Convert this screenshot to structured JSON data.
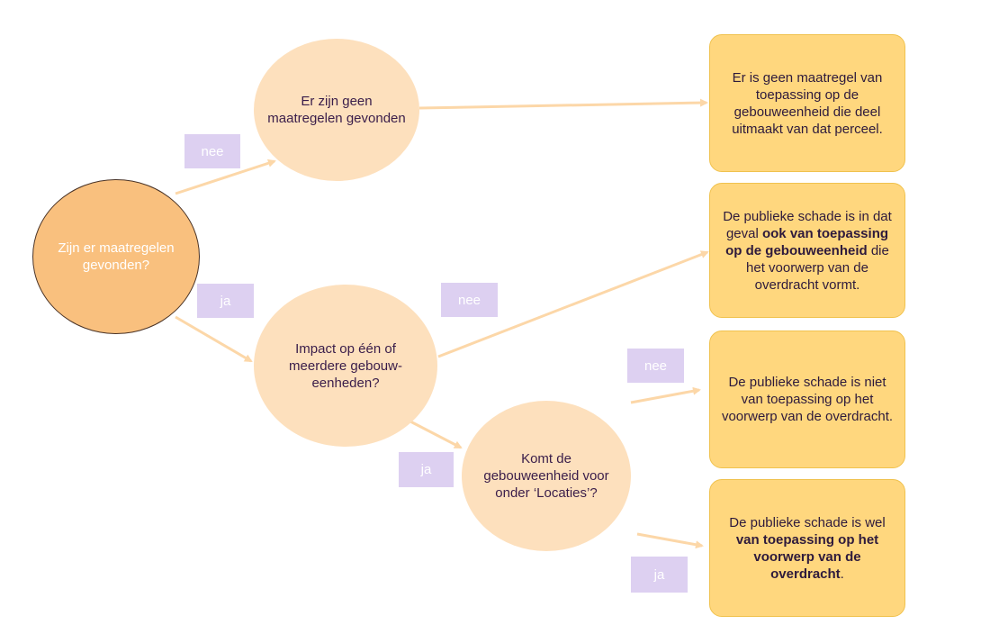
{
  "nodes": {
    "start": {
      "text": "Zijn er maatregelen gevonden?"
    },
    "not_found": {
      "text": "Er zijn geen maatregelen gevonden"
    },
    "impact": {
      "text": "Impact op één of meerdere gebouw-eenheden?"
    },
    "locaties": {
      "text": "Komt de gebouweenheid voor onder ‘Locaties’?"
    }
  },
  "outcomes": {
    "no_measure": {
      "text": "Er is geen maatregel van toepassing op de gebouweenheid die deel uitmaakt van dat perceel."
    },
    "also_applicable": {
      "part1": "De publieke schade is in dat geval ",
      "bold": "ook van toepassing op de gebouweenheid",
      "part2": " die het voorwerp van de overdracht vormt."
    },
    "not_applicable": {
      "text": "De publieke schade is niet van toepassing op het voorwerp van de overdracht."
    },
    "applicable": {
      "part1": "De publieke schade is wel ",
      "bold": "van toepassing op het voorwerp van de overdracht",
      "part2": "."
    }
  },
  "edge_labels": {
    "start_no": "nee",
    "start_yes": "ja",
    "impact_no": "nee",
    "locaties_no": "nee",
    "impact_yes": "ja",
    "locaties_yes": "ja"
  },
  "colors": {
    "main_circle": "#f9c07e",
    "decision_circle": "#fde0bd",
    "outcome_box": "#ffd77e",
    "edge_label": "#ddd0f1",
    "arrow": "#fcd7a8",
    "text": "#3a1d4a"
  }
}
